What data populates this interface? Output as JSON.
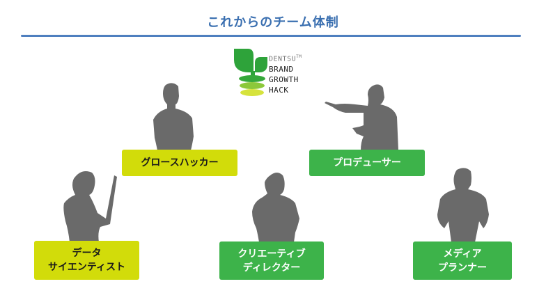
{
  "title": "これからのチーム体制",
  "colors": {
    "title": "#3a6fb0",
    "rule": "#4f7fbf",
    "lime": "#d2dc0a",
    "green": "#3db34a",
    "silhouette": "#6a6a6a",
    "logo_leaf": "#2ea33a",
    "logo_layer1": "#35a83a",
    "logo_layer2": "#8cc83a",
    "logo_layer3": "#d6e33c"
  },
  "logo": {
    "icon": "sprout-icon",
    "line1": "DENTSU",
    "tm": "TM",
    "line2": "BRAND",
    "line3": "GROWTH",
    "line4": "HACK"
  },
  "roles": [
    {
      "id": "growth-hacker",
      "lines": [
        "グロースハッカー"
      ],
      "style": "lime",
      "figure": "man-arms-crossed"
    },
    {
      "id": "producer",
      "lines": [
        "プロデューサー"
      ],
      "style": "green",
      "figure": "man-pointing"
    },
    {
      "id": "data-scientist",
      "lines": [
        "データ",
        "サイエンティスト"
      ],
      "style": "lime",
      "figure": "man-with-laptop"
    },
    {
      "id": "creative-director",
      "lines": [
        "クリエーティブ",
        "ディレクター"
      ],
      "style": "green",
      "figure": "man-standing"
    },
    {
      "id": "media-planner",
      "lines": [
        "メディア",
        "プランナー"
      ],
      "style": "green",
      "figure": "man-hands-on-hips"
    }
  ]
}
